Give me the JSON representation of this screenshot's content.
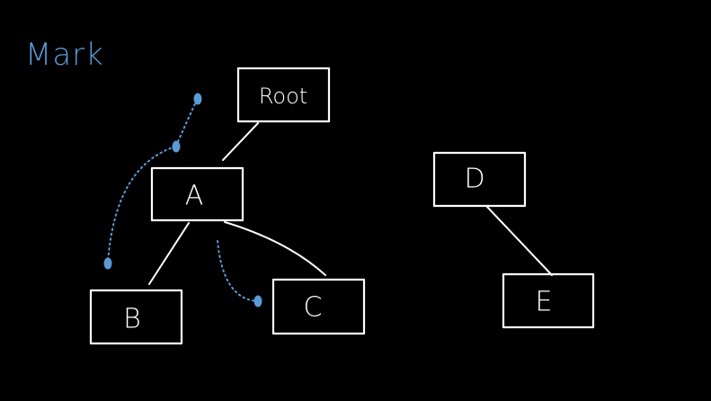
{
  "title": "Mark",
  "colors": {
    "background": "#000000",
    "stroke": "#ffffff",
    "mark": "#5b9bd5"
  },
  "nodes": [
    {
      "id": "root",
      "label": "Root"
    },
    {
      "id": "a",
      "label": "A"
    },
    {
      "id": "b",
      "label": "B"
    },
    {
      "id": "c",
      "label": "C"
    },
    {
      "id": "d",
      "label": "D"
    },
    {
      "id": "e",
      "label": "E"
    }
  ],
  "edges": [
    {
      "from": "root",
      "to": "a"
    },
    {
      "from": "a",
      "to": "b"
    },
    {
      "from": "a",
      "to": "c"
    },
    {
      "from": "d",
      "to": "e"
    }
  ]
}
